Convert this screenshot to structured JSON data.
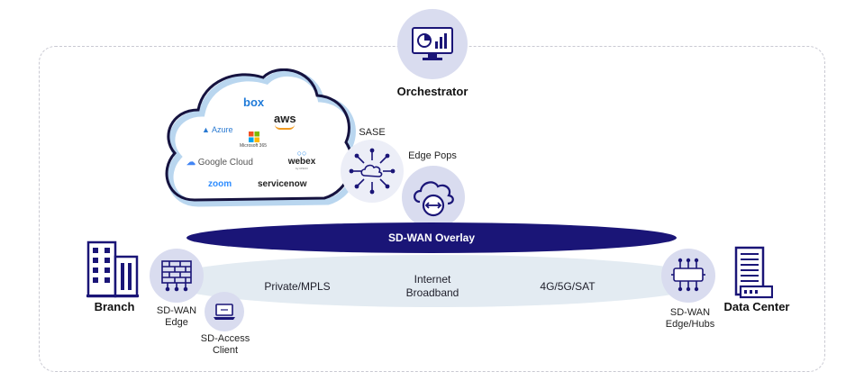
{
  "orchestrator": {
    "label": "Orchestrator",
    "icon": "monitor-dashboard-icon"
  },
  "cloud_apps": {
    "logos": [
      "box",
      "aws",
      "Azure",
      "Microsoft 365",
      "Google Cloud",
      "webex",
      "zoom",
      "servicenow"
    ],
    "webex_sub": "by CISCO"
  },
  "sase": {
    "label": "SASE",
    "icon": "cloud-network-icon"
  },
  "edge_pops": {
    "label": "Edge Pops",
    "icon": "cloud-exchange-icon"
  },
  "overlay": {
    "label": "SD-WAN Overlay",
    "color": "#1a1577"
  },
  "transports": {
    "private": "Private/MPLS",
    "internet": "Internet\nBroadband",
    "cellular": "4G/5G/SAT"
  },
  "branch": {
    "label": "Branch",
    "icon": "building-icon"
  },
  "sdwan_edge": {
    "label": "SD-WAN\nEdge",
    "icon": "firewall-icon"
  },
  "sd_access": {
    "label": "SD-Access\nClient",
    "icon": "laptop-icon"
  },
  "sdwan_hubs": {
    "label": "SD-WAN\nEdge/Hubs",
    "icon": "router-icon"
  },
  "data_center": {
    "label": "Data Center",
    "icon": "server-rack-icon"
  },
  "colors": {
    "accent": "#1a1577",
    "circle_fill": "#d9dcef",
    "band_fill": "#e3ebf2",
    "cloud_outline": "#b9d6ef"
  }
}
